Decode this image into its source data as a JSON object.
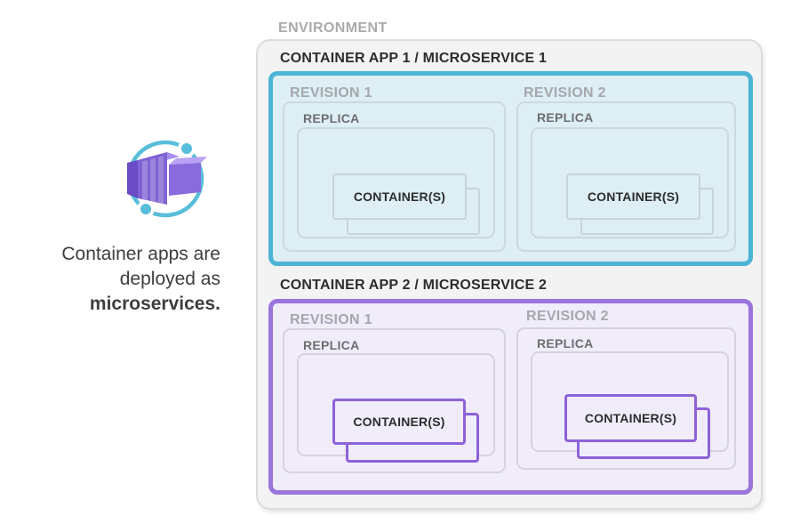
{
  "aside": {
    "icon": "container-apps-icon",
    "caption_lines": [
      "Container apps are",
      "deployed as"
    ],
    "caption_emphasis": "microservices."
  },
  "environment": {
    "label": "ENVIRONMENT",
    "apps": [
      {
        "title": "CONTAINER APP 1 / MICROSERVICE 1",
        "revisions": [
          {
            "label": "REVISION 1",
            "replica_label": "REPLICA",
            "container_label": "CONTAINER(S)"
          },
          {
            "label": "REVISION 2",
            "replica_label": "REPLICA",
            "container_label": "CONTAINER(S)"
          }
        ]
      },
      {
        "title": "CONTAINER APP 2 / MICROSERVICE 2",
        "revisions": [
          {
            "label": "REVISION 1",
            "replica_label": "REPLICA",
            "container_label": "CONTAINER(S)"
          },
          {
            "label": "REVISION 2",
            "replica_label": "REPLICA",
            "container_label": "CONTAINER(S)"
          }
        ]
      }
    ]
  },
  "colors": {
    "app1_accent": "#4cb4d4",
    "app1_bg": "#ddeef5",
    "app1_inner_border": "#ccd8dd",
    "app1_container_border": "#c9d3d8",
    "app2_accent": "#9b74dc",
    "app2_bg": "#f0ecf9",
    "app2_inner_border": "#d6d1de",
    "app2_container_border": "#8d62d8",
    "env_bg": "#f3f3f4",
    "env_border": "#dcdcdc",
    "env_label": "#ababab",
    "title_text": "#2d2d2d",
    "revision_label": "#a4a8ad",
    "replica_label": "#6d6d70",
    "container_text": "#2d2d2d",
    "caption_text": "#3e3e3e",
    "icon_teal": "#57bdda",
    "icon_purple_dark": "#6a4cc6",
    "icon_purple_mid": "#7f62d3",
    "icon_purple_light": "#a78ef0",
    "icon_cube_front": "#8a6bde",
    "icon_cube_top": "#b7a2f3"
  }
}
